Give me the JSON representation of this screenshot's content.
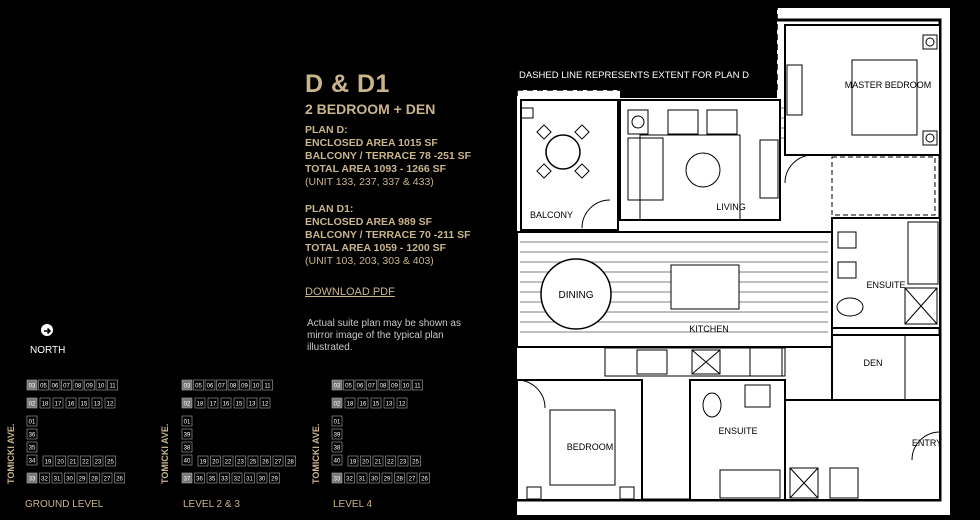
{
  "suite": {
    "title": "D & D1",
    "subtitle": "2 BEDROOM + DEN"
  },
  "plan_d": {
    "heading": "PLAN D:",
    "enclosed": "ENCLOSED AREA 1015 SF",
    "balcony": "BALCONY / TERRACE 78 -251 SF",
    "total": "TOTAL AREA 1093 - 1266 SF",
    "units": "(UNIT 133, 237, 337 & 433)"
  },
  "plan_d1": {
    "heading": "PLAN D1:",
    "enclosed": "ENCLOSED AREA 989 SF",
    "balcony": "BALCONY / TERRACE 70 -211 SF",
    "total": "TOTAL AREA 1059 - 1200 SF",
    "units": "(UNIT 103, 203, 303 & 403)"
  },
  "download_label": "DOWNLOAD PDF",
  "disclaimer": "Actual suite plan may be shown as mirror image of the typical plan illustrated.",
  "north_label": "NORTH",
  "keyplans": [
    {
      "level": "GROUND LEVEL",
      "street": "TOMICKI AVE.",
      "top_units": [
        "03",
        "05",
        "06",
        "07",
        "08",
        "09",
        "10",
        "11"
      ],
      "mid_units": [
        "02",
        "18",
        "17",
        "16",
        "15",
        "13",
        "12"
      ],
      "left_units": [
        "01",
        "36",
        "35",
        "34"
      ],
      "bottom_units": [
        "19",
        "20",
        "21",
        "22",
        "23",
        "25"
      ],
      "base_units": [
        "33",
        "32",
        "31",
        "30",
        "29",
        "28",
        "27",
        "26"
      ]
    },
    {
      "level": "LEVEL 2 & 3",
      "street": "TOMICKI AVE.",
      "top_units": [
        "03",
        "05",
        "06",
        "07",
        "08",
        "09",
        "10",
        "11"
      ],
      "mid_units": [
        "02",
        "18",
        "17",
        "16",
        "15",
        "13",
        "12"
      ],
      "left_units": [
        "01",
        "39",
        "38",
        "40"
      ],
      "bottom_units": [
        "19",
        "20",
        "22",
        "23",
        "25",
        "26",
        "27",
        "28"
      ],
      "base_units": [
        "37",
        "36",
        "35",
        "33",
        "32",
        "31",
        "30",
        "29"
      ]
    },
    {
      "level": "LEVEL 4",
      "street": "TOMICKI AVE.",
      "top_units": [
        "03",
        "05",
        "06",
        "07",
        "08",
        "09",
        "10",
        "11"
      ],
      "mid_units": [
        "02",
        "18",
        "16",
        "15",
        "13",
        "12"
      ],
      "left_units": [
        "01",
        "39",
        "38",
        "40"
      ],
      "bottom_units": [
        "19",
        "20",
        "21",
        "22",
        "23",
        "25"
      ],
      "base_units": [
        "33",
        "32",
        "31",
        "30",
        "29",
        "28",
        "27",
        "26"
      ]
    }
  ],
  "floorplan": {
    "note": "DASHED LINE REPRESENTS EXTENT FOR PLAN D",
    "rooms": {
      "master": "MASTER BEDROOM",
      "living": "LIVING",
      "balcony": "BALCONY",
      "dining": "DINING",
      "kitchen": "KITCHEN",
      "ensuite_master": "ENSUITE",
      "den": "DEN",
      "bedroom": "BEDROOM",
      "ensuite": "ENSUITE",
      "entry": "ENTRY"
    }
  },
  "colors": {
    "accent": "#c9b58c",
    "background": "#000000",
    "plan_bg": "#ffffff"
  }
}
